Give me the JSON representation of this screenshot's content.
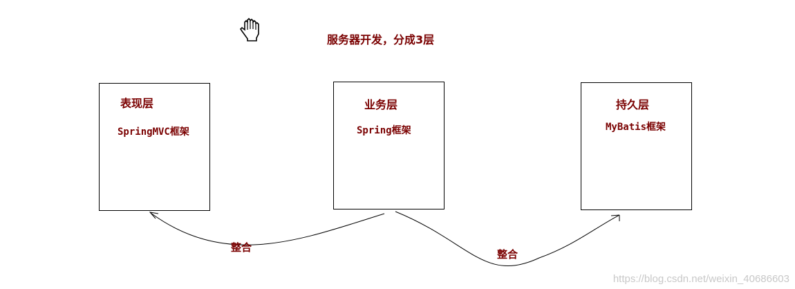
{
  "diagram": {
    "title": "服务器开发，分成3层",
    "layers": [
      {
        "name": "表现层",
        "framework": "SpringMVC框架"
      },
      {
        "name": "业务层",
        "framework": "Spring框架"
      },
      {
        "name": "持久层",
        "framework": "MyBatis框架"
      }
    ],
    "edges": [
      {
        "label": "整合",
        "from": "业务层",
        "to": "表现层"
      },
      {
        "label": "整合",
        "from": "业务层",
        "to": "持久层"
      }
    ],
    "icon": "hand-cursor-icon",
    "colors": {
      "text": "#7a0000",
      "lines": "#000000",
      "watermark": "#c8c8c8"
    },
    "watermark": "https://blog.csdn.net/weixin_40686603"
  }
}
